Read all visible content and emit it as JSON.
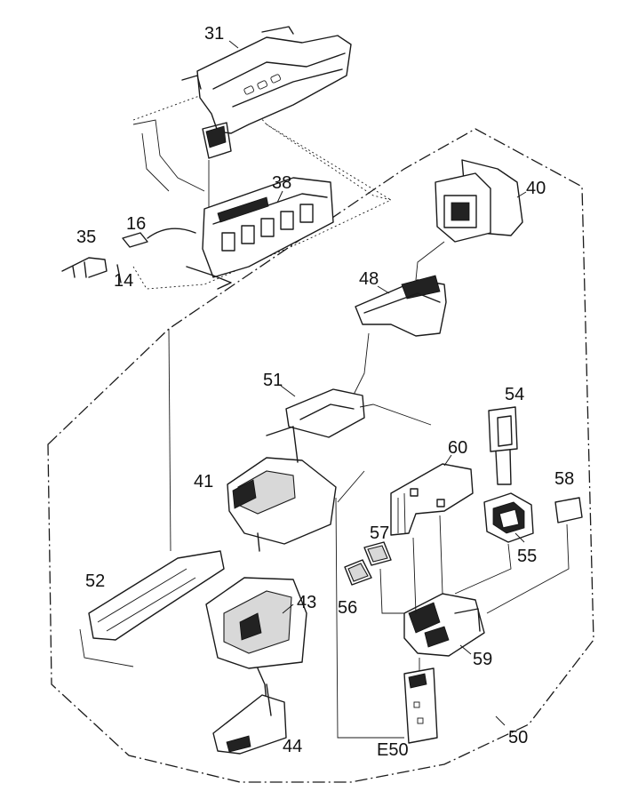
{
  "labels": {
    "p31": "31",
    "p38": "38",
    "p35": "35",
    "p16": "16",
    "p14": "14",
    "p40": "40",
    "p48": "48",
    "p51": "51",
    "p54": "54",
    "p60": "60",
    "p58": "58",
    "p41": "41",
    "p57": "57",
    "p55": "55",
    "p52": "52",
    "p43": "43",
    "p56": "56",
    "p59": "59",
    "p44": "44",
    "pE50": "E50",
    "p50": "50"
  },
  "colors": {
    "ink": "#1a1a1a",
    "background": "#ffffff"
  }
}
